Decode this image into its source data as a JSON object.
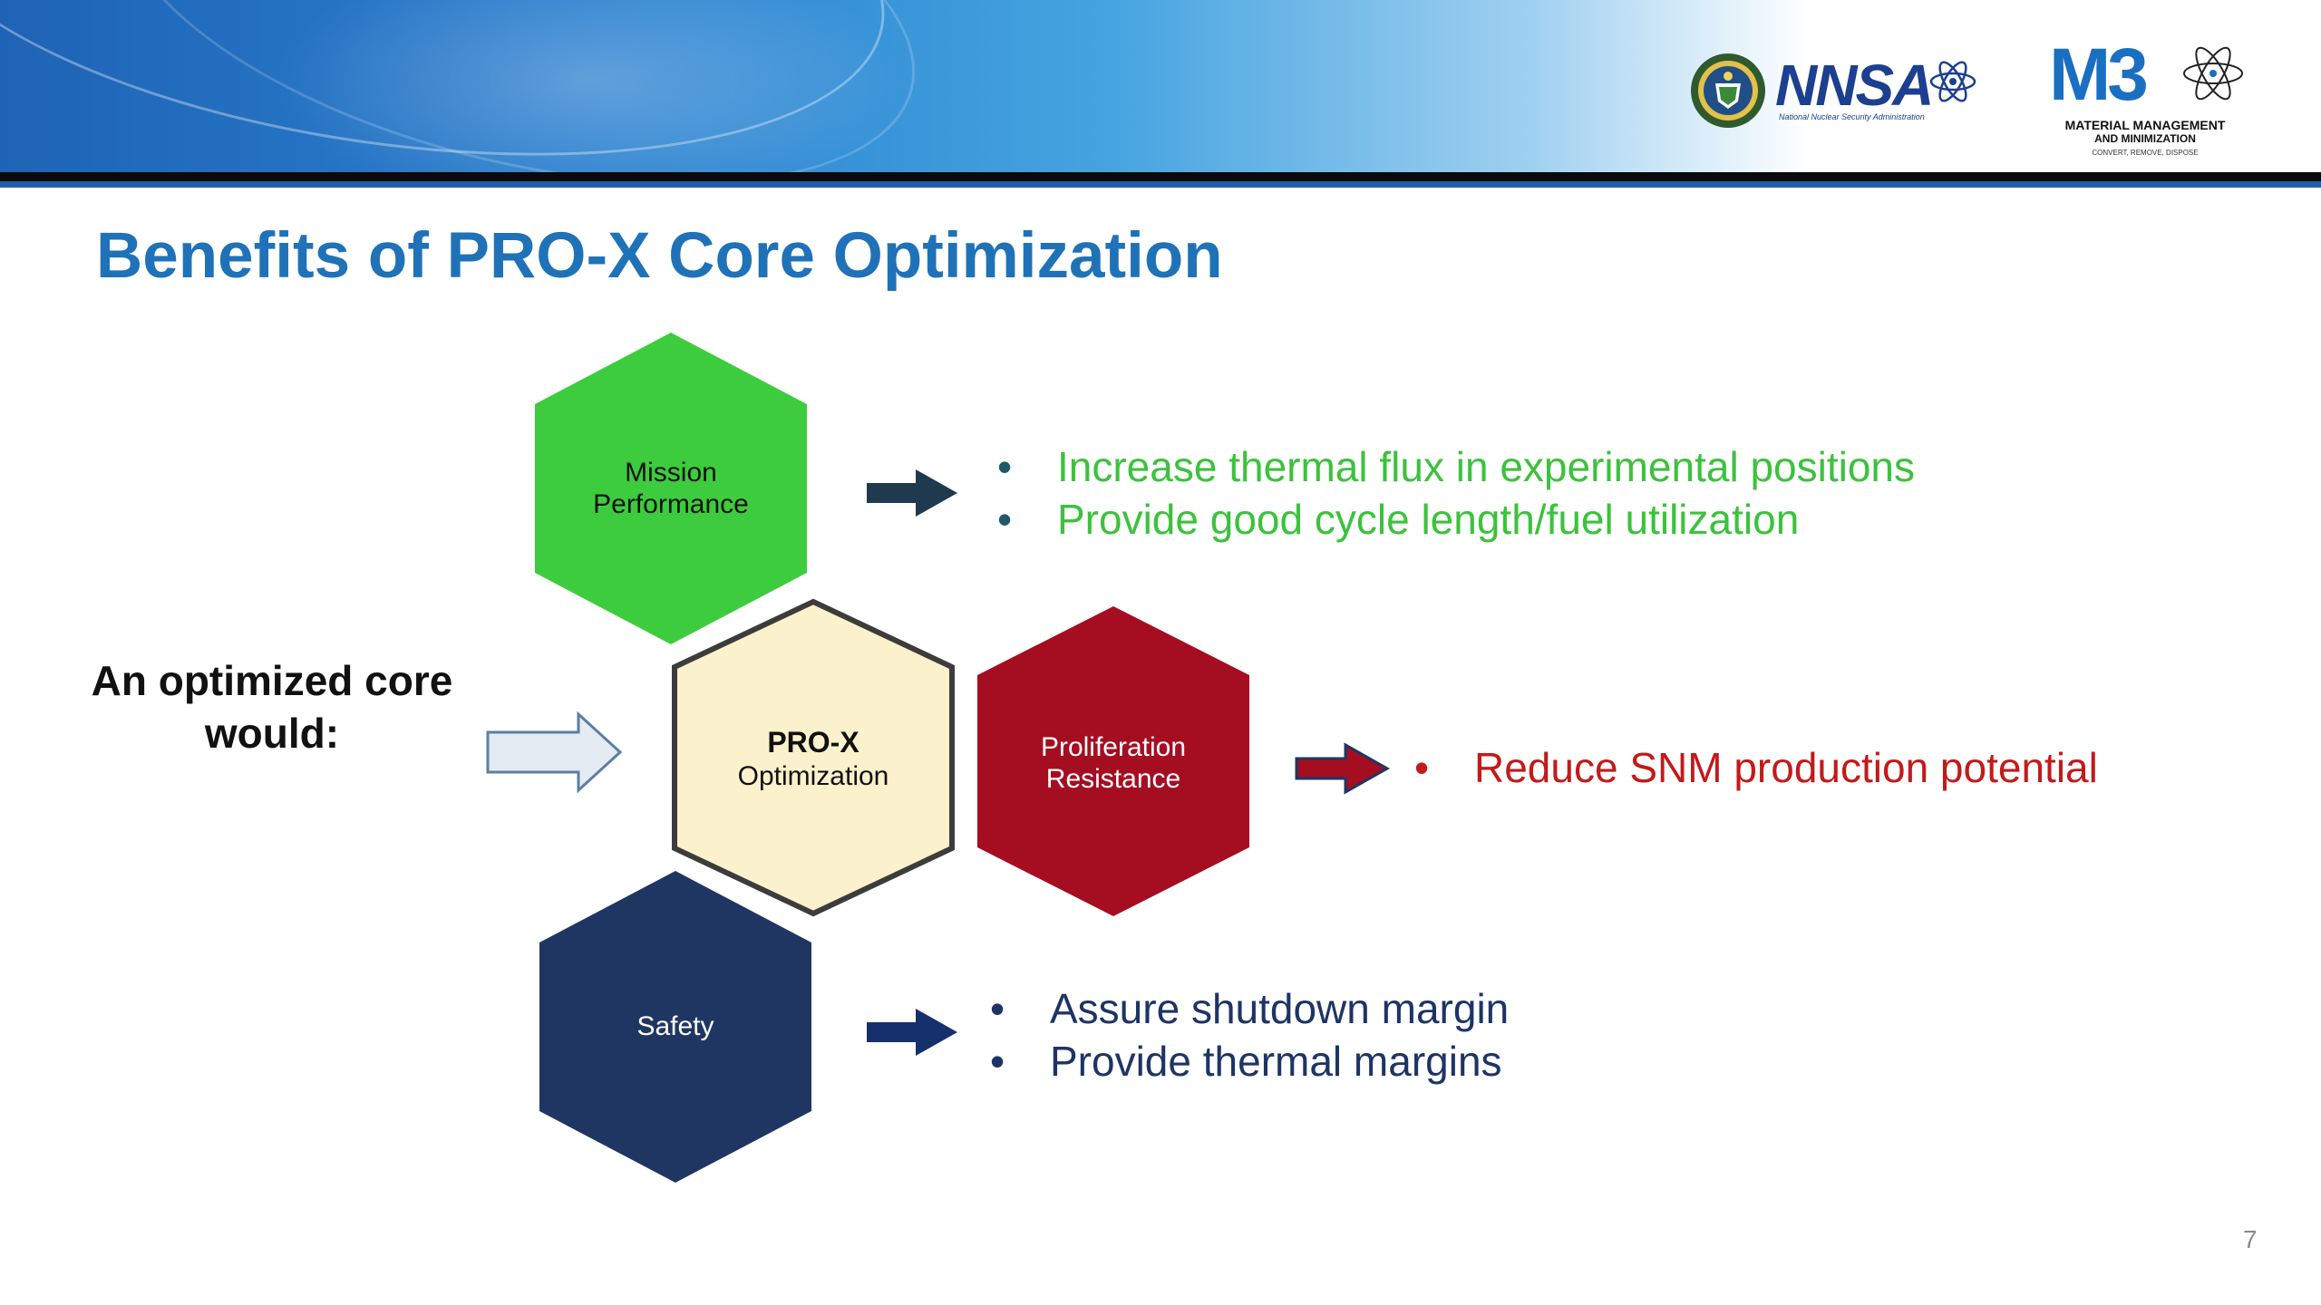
{
  "header": {
    "nnsa_wordmark": "NNSA",
    "nnsa_subtitle": "National Nuclear Security Administration",
    "m3_wordmark": "M3",
    "m3_line1": "MATERIAL MANAGEMENT",
    "m3_line2": "AND MINIMIZATION",
    "m3_line3": "CONVERT, REMOVE, DISPOSE"
  },
  "slide": {
    "title": "Benefits of PRO-X Core Optimization",
    "lead_text": "An optimized core would:",
    "page_number": "7"
  },
  "hexagons": {
    "mission": {
      "line1": "Mission",
      "line2": "Performance",
      "fill": "#3dcc3d"
    },
    "center": {
      "line1": "PRO-X",
      "line2": "Optimization",
      "fill": "#fbf1cc",
      "stroke": "#3c3c3c"
    },
    "proliferation": {
      "line1": "Proliferation",
      "line2": "Resistance",
      "fill": "#a50d21"
    },
    "safety": {
      "line1": "Safety",
      "fill": "#1f3663"
    }
  },
  "bullets": {
    "mission": [
      "Increase thermal flux in experimental positions",
      "Provide good cycle length/fuel utilization"
    ],
    "proliferation": [
      "Reduce SNM production potential"
    ],
    "safety": [
      "Assure shutdown margin",
      "Provide thermal margins"
    ]
  },
  "colors": {
    "title_blue": "#1f72b8",
    "mission_text": "#3cc23c",
    "proliferation_text": "#c31a1a",
    "safety_text": "#1e3466",
    "arrow_dark_teal": "#1f3a4f",
    "arrow_red": "#a50d21",
    "arrow_navy": "#15306b",
    "input_arrow_fill": "#e4ebf3"
  }
}
